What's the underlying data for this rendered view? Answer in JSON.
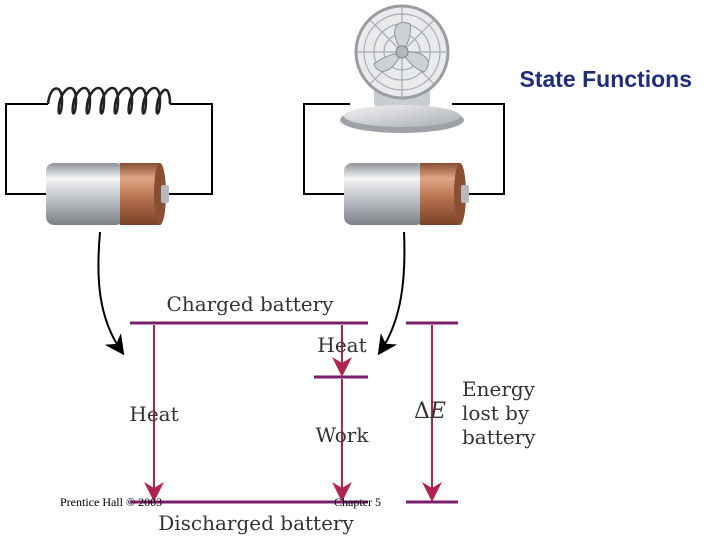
{
  "slide": {
    "title": "State Functions",
    "footer_left": "Prentice Hall © 2003",
    "footer_right": "Chapter 5"
  },
  "diagram": {
    "labels": {
      "charged": "Charged battery",
      "discharged": "Discharged battery",
      "heat_left": "Heat",
      "heat_right": "Heat",
      "work": "Work",
      "delta_symbol": "Δ",
      "delta_var": "E",
      "energy_line1": "Energy",
      "energy_line2": "lost by",
      "energy_line3": "battery"
    },
    "colors": {
      "level_line": "#7a1f6e",
      "arrow": "#b0244f",
      "wire": "#000000",
      "copper": "#b87350",
      "silver": "#c9ccd0"
    },
    "icons": [
      "heating-coil-icon",
      "battery-icon",
      "fan-icon"
    ]
  }
}
